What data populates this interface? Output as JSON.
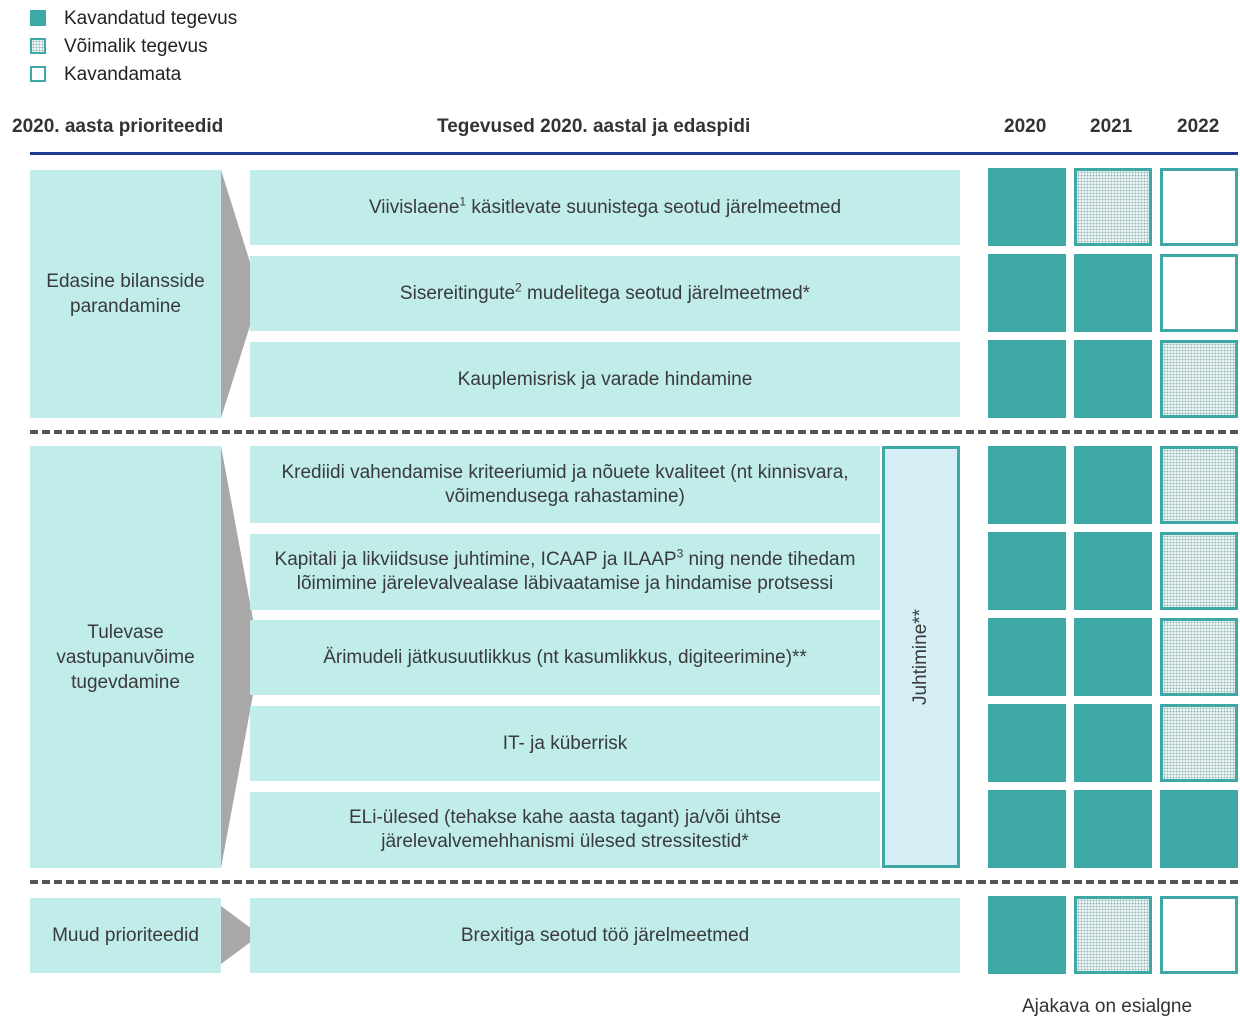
{
  "legend": {
    "planned": "Kavandatud tegevus",
    "possible": "Võimalik tegevus",
    "unplanned": "Kavandamata"
  },
  "headers": {
    "priorities": "2020. aasta prioriteedid",
    "activities": "Tegevused 2020. aastal ja edaspidi",
    "year1": "2020",
    "year2": "2021",
    "year3": "2022"
  },
  "groups": [
    {
      "priority": "Edasine bilansside parandamine",
      "activities": [
        {
          "text": "Viivislaene",
          "sup": "1",
          "text2": " käsitlevate suunistega seotud järelmeetmed",
          "status": [
            "planned",
            "possible",
            "unplanned"
          ]
        },
        {
          "text": "Sisereitingute",
          "sup": "2",
          "text2": " mudelitega seotud järelmeetmed*",
          "status": [
            "planned",
            "planned",
            "unplanned"
          ]
        },
        {
          "text": "Kauplemisrisk ja varade hindamine",
          "sup": "",
          "text2": "",
          "status": [
            "planned",
            "planned",
            "possible"
          ]
        }
      ]
    },
    {
      "priority": "Tulevase vastupanuvõime tugevdamine",
      "activities": [
        {
          "text": "Krediidi vahendamise kriteeriumid ja nõuete kvaliteet (nt kinnisvara, võimendusega rahastamine)",
          "sup": "",
          "text2": "",
          "status": [
            "planned",
            "planned",
            "possible"
          ]
        },
        {
          "text": "Kapitali ja likviidsuse juhtimine, ICAAP ja ILAAP",
          "sup": "3",
          "text2": " ning nende tihedam lõimimine järelevalvealase läbivaatamise ja hindamise protsessi",
          "status": [
            "planned",
            "planned",
            "possible"
          ]
        },
        {
          "text": "Ärimudeli jätkusuutlikkus (nt kasumlikkus, digiteerimine)**",
          "sup": "",
          "text2": "",
          "status": [
            "planned",
            "planned",
            "possible"
          ]
        },
        {
          "text": "IT- ja küberrisk",
          "sup": "",
          "text2": "",
          "status": [
            "planned",
            "planned",
            "possible"
          ]
        },
        {
          "text": "ELi-ülesed (tehakse kahe aasta tagant) ja/või ühtse järelevalvemehhanismi ülesed stressitestid*",
          "sup": "",
          "text2": "",
          "status": [
            "planned",
            "planned",
            "planned"
          ]
        }
      ],
      "side_label": "Juhtimine**"
    },
    {
      "priority": "Muud prioriteedid",
      "activities": [
        {
          "text": "Brexitiga seotud töö järelmeetmed",
          "sup": "",
          "text2": "",
          "status": [
            "planned",
            "possible",
            "unplanned"
          ]
        }
      ]
    }
  ],
  "footnote": "Ajakava on esialgne",
  "colors": {
    "teal": "#3ea8a6",
    "light": "#c0ecea",
    "rule": "#1f3a93",
    "arrow": "#a8a8a8"
  }
}
